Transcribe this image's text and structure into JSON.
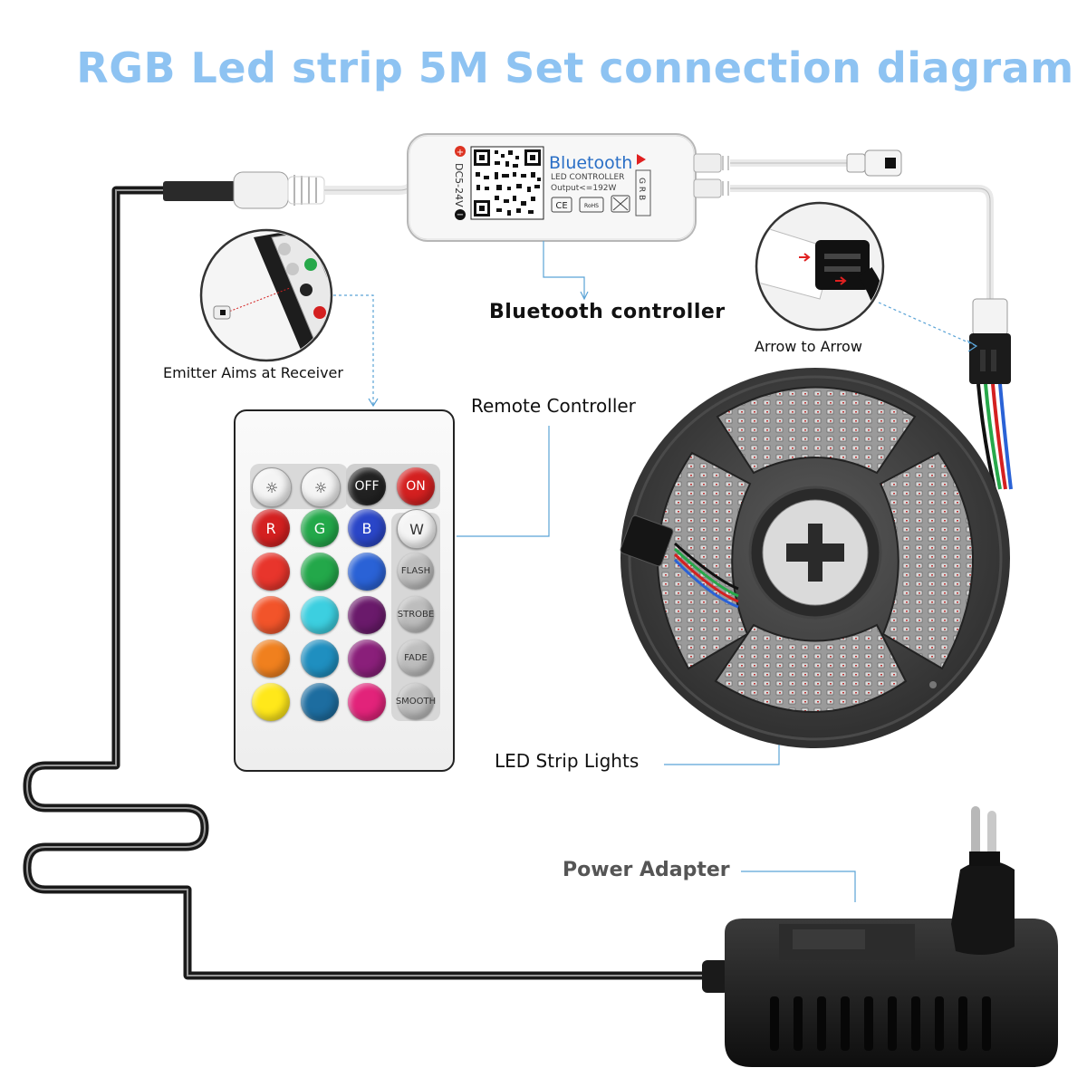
{
  "title": "RGB Led strip 5M Set connection diagram",
  "labels": {
    "bluetooth_controller": "Bluetooth controller",
    "remote_controller": "Remote Controller",
    "emitter": "Emitter Aims at Receiver",
    "arrow": "Arrow to Arrow",
    "strip": "LED Strip Lights",
    "power": "Power Adapter"
  },
  "controller": {
    "brand": "Bluetooth",
    "subtitle": "LED CONTROLLER",
    "output": "Output<=192W",
    "voltage": "DC5-24V",
    "pins": "G R B",
    "ce": "CE",
    "rohs": "RoHS"
  },
  "remote": {
    "off_label": "OFF",
    "on_label": "ON",
    "r_label": "R",
    "g_label": "G",
    "b_label": "B",
    "w_label": "W",
    "flash_label": "FLASH",
    "strobe_label": "STROBE",
    "fade_label": "FADE",
    "smooth_label": "SMOOTH",
    "colors": [
      "#e8352c",
      "#23a84a",
      "#2a62d6",
      "#f2542a",
      "#3ccfe0",
      "#6a1a6b",
      "#f0801e",
      "#1f8fc0",
      "#8a1f7a",
      "#ffe81a",
      "#1d6da0",
      "#e2237a"
    ]
  },
  "colors": {
    "title": "#8ec3f2",
    "leader": "#5aa3d6",
    "cable": "#1a1a1a"
  }
}
